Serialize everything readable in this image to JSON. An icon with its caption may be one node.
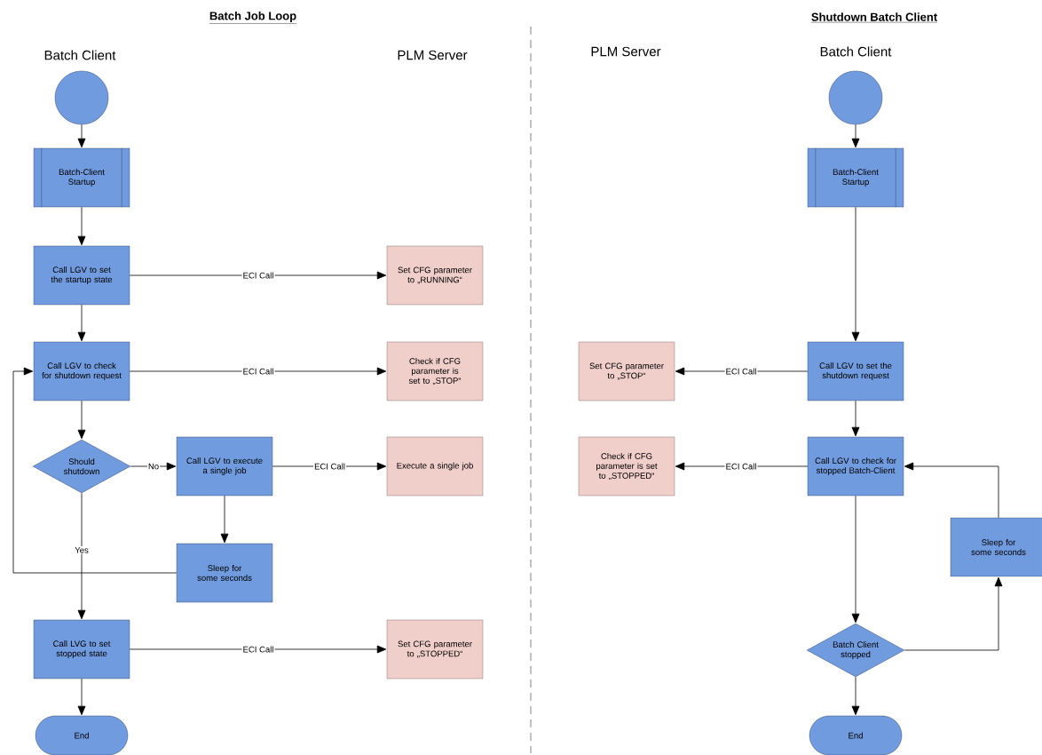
{
  "diagram": {
    "nodes": [
      {
        "text": [],
        "shape": "circle"
      },
      {
        "text": [
          "Batch-Client Startup"
        ]
      },
      {
        "text": [
          "Call LGV to set the startup state"
        ]
      },
      {
        "text": [
          "Set CFG parameter to „RUNNING“"
        ]
      },
      {
        "text": [
          "Call LGV to check for shutdown request"
        ]
      },
      {
        "text": [
          "Check if CFG parameter is set to „STOP“"
        ]
      },
      {
        "text": [
          "Should shutdown"
        ]
      },
      {
        "text": [
          "Call LGV to execute a single job"
        ]
      },
      {
        "text": [
          "Execute a single job"
        ]
      },
      {
        "text": [
          "Sleep for some seconds"
        ]
      },
      {
        "text": [
          "Call LVG to set stopped state"
        ]
      },
      {
        "text": [
          "Set CFG parameter to „STOPPED“"
        ]
      },
      {
        "text": [
          "End"
        ]
      },
      {
        "text": [],
        "shape": "circle"
      },
      {
        "text": [
          "Batch-Client Startup"
        ]
      },
      {
        "text": [
          "Set CFG parameter to „STOP“"
        ]
      },
      {
        "text": [
          "Call LGV to set the shutdown request"
        ]
      },
      {
        "text": [
          "Check if CFG parameter is set to „STOPPED“"
        ]
      },
      {
        "text": [
          "Call LGV to check for stopped Batch-Client"
        ]
      },
      {
        "text": [
          "Sleep for some seconds"
        ]
      },
      {
        "text": [
          "Batch Client stopped"
        ]
      },
      {
        "text": [
          "End"
        ]
      }
    ],
    "edges": [
      {
        "from": 0,
        "to": 1,
        "arrow": "to"
      },
      {
        "from": 1,
        "to": 2,
        "arrow": "to"
      },
      {
        "from": 2,
        "to": 3,
        "arrow": "to",
        "label": "ECI Call"
      },
      {
        "from": 2,
        "to": 4,
        "arrow": "to"
      },
      {
        "from": 4,
        "to": 5,
        "arrow": "to",
        "label": "ECI Call"
      },
      {
        "from": 4,
        "to": 6,
        "arrow": "to"
      },
      {
        "from": 6,
        "to": 7,
        "arrow": "to",
        "label": "No"
      },
      {
        "from": 7,
        "to": 8,
        "arrow": "to",
        "label": "ECI Call"
      },
      {
        "from": 7,
        "to": 9,
        "arrow": "to"
      },
      {
        "from": 9,
        "to": 4,
        "arrow": "to"
      },
      {
        "from": 6,
        "to": 10,
        "arrow": "to",
        "label": "Yes"
      },
      {
        "from": 10,
        "to": 11,
        "arrow": "to",
        "label": "ECI Call"
      },
      {
        "from": 10,
        "to": 12,
        "arrow": "to"
      },
      {
        "from": 13,
        "to": 14,
        "arrow": "to"
      },
      {
        "from": 14,
        "to": 16,
        "arrow": "to"
      },
      {
        "from": 16,
        "to": 15,
        "arrow": "to",
        "label": "ECI Call"
      },
      {
        "from": 16,
        "to": 18,
        "arrow": "to"
      },
      {
        "from": 18,
        "to": 17,
        "arrow": "to",
        "label": "ECI Call"
      },
      {
        "from": 18,
        "to": 20,
        "arrow": "to"
      },
      {
        "from": 20,
        "to": 19,
        "arrow": "to"
      },
      {
        "from": 19,
        "to": 18,
        "arrow": "to"
      },
      {
        "from": 20,
        "to": 21,
        "arrow": "to"
      }
    ],
    "labels": [
      "Batch Job Loop",
      "Shutdown Batch Client",
      "Batch Client",
      "PLM Server",
      "PLM Server",
      "Batch Client"
    ]
  }
}
